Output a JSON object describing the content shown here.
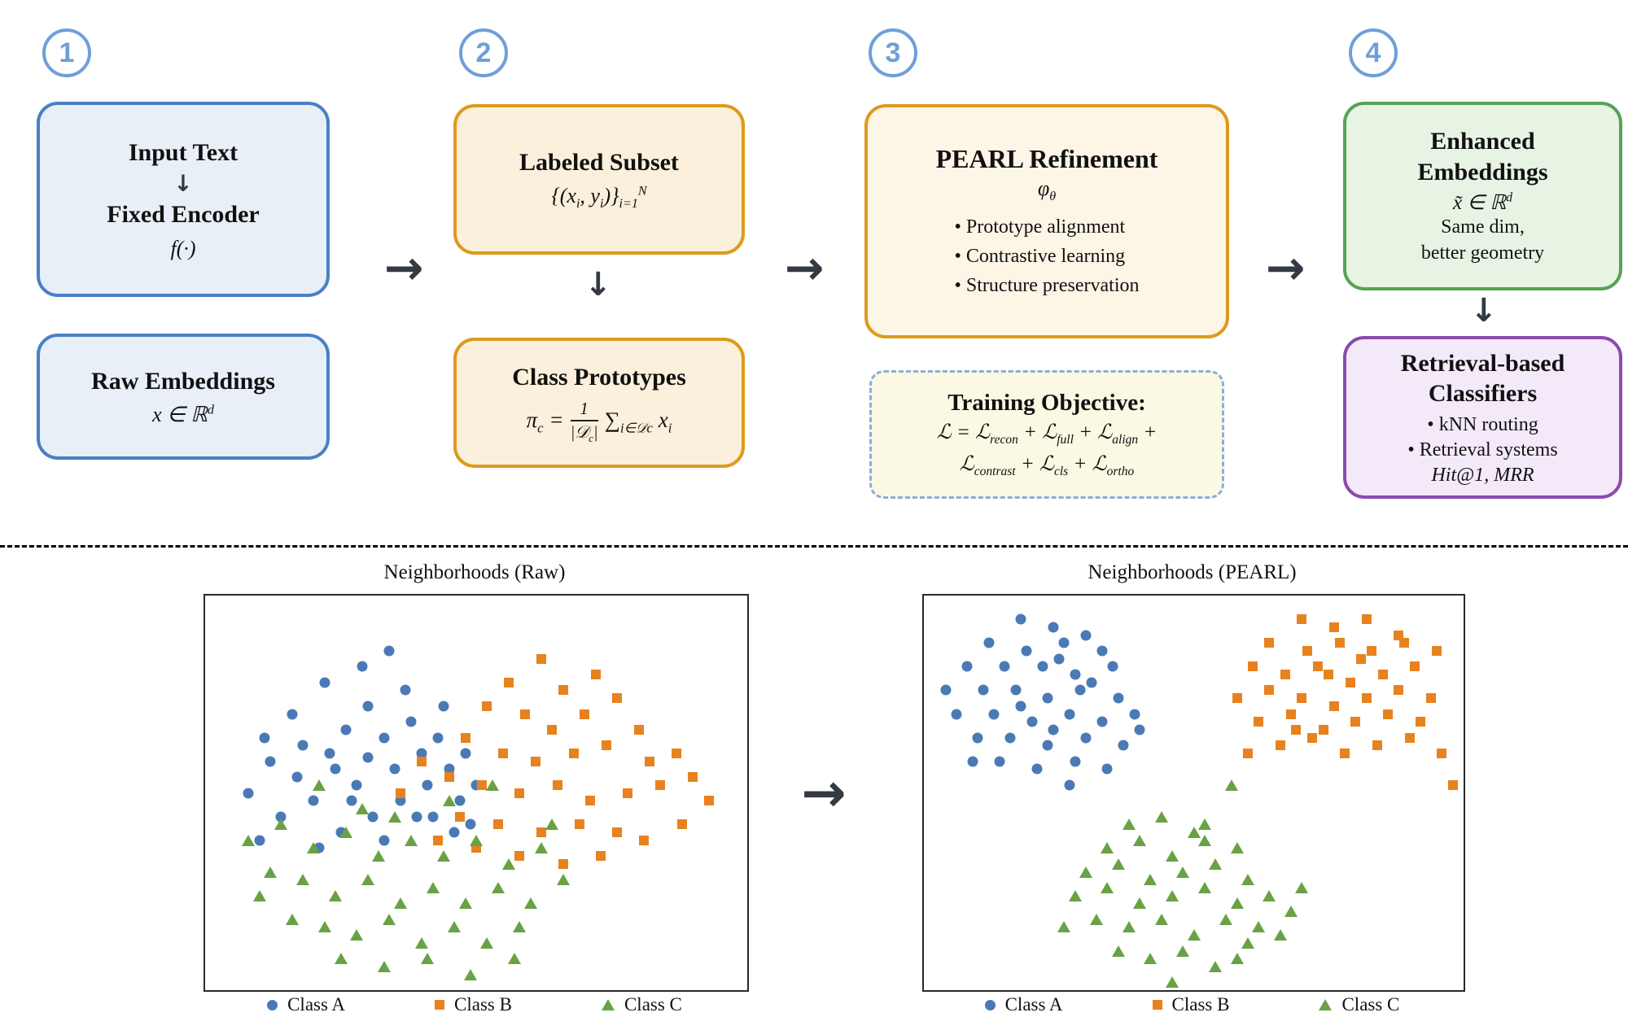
{
  "steps": [
    {
      "num": "1"
    },
    {
      "num": "2"
    },
    {
      "num": "3"
    },
    {
      "num": "4"
    }
  ],
  "flow": {
    "harrow": "→",
    "darrow": "↓",
    "box_input": {
      "title1": "Input Text",
      "arrow": "↓",
      "title2": "Fixed Encoder",
      "math": "f(·)"
    },
    "box_raw": {
      "title": "Raw Embeddings",
      "math_segs": [
        {
          "t": "x ∈ ℝ",
          "p": "d"
        }
      ]
    },
    "box_labeled": {
      "title": "Labeled Subset",
      "math_segs": [
        {
          "t": "{(x",
          "s": "i"
        },
        {
          "t": ", y",
          "s": "i"
        },
        {
          "t": ")}",
          "s": "i=1",
          "p": "N"
        }
      ]
    },
    "box_protos": {
      "title": "Class Prototypes",
      "formula_left": [
        {
          "t": "π",
          "s": "c"
        },
        {
          "t": " = "
        }
      ],
      "frac_num": "1",
      "frac_den_segs": [
        {
          "t": "|𝒟",
          "s": "c"
        },
        {
          "t": "|"
        }
      ],
      "formula_right": [
        {
          "t": "∑",
          "s": "i∈𝒟c"
        },
        {
          "t": " x",
          "s": "i"
        }
      ]
    },
    "box_pearl": {
      "title": "PEARL Refinement",
      "phi_segs": [
        {
          "t": "φ",
          "s": "θ"
        }
      ],
      "bullets": [
        "• Prototype alignment",
        "• Contrastive learning",
        "• Structure preservation"
      ]
    },
    "box_objective": {
      "title": "Training Objective:",
      "loss_line1": [
        {
          "t": "ℒ = ℒ",
          "s": "recon"
        },
        {
          "t": " + ℒ",
          "s": "full"
        },
        {
          "t": " + ℒ",
          "s": "align"
        },
        {
          "t": " +"
        }
      ],
      "loss_line2": [
        {
          "t": "ℒ",
          "s": "contrast"
        },
        {
          "t": " + ℒ",
          "s": "cls"
        },
        {
          "t": " + ℒ",
          "s": "ortho"
        }
      ]
    },
    "box_enhanced": {
      "title1": "Enhanced",
      "title2": "Embeddings",
      "math_segs": [
        {
          "t": "x̃ ∈ ℝ",
          "p": "d"
        }
      ],
      "sub1": "Same dim,",
      "sub2": "better geometry"
    },
    "box_retrieval": {
      "title1": "Retrieval-based",
      "title2": "Classifiers",
      "bullets": [
        "• kNN routing",
        "• Retrieval systems"
      ],
      "metrics": "Hit@1, MRR"
    }
  },
  "colors": {
    "badge_blue": "#6f9fd8",
    "box_blue_border": "#4a80c4",
    "box_orange_border": "#dd9a1c",
    "box_green_border": "#57a257",
    "box_purple_border": "#8b4bae",
    "arrow": "#333a44",
    "class_a": "#4a7ab5",
    "class_b": "#e8821e",
    "class_c": "#69a244"
  },
  "chart_data": [
    {
      "type": "scatter",
      "title": "Neighborhoods (Raw)",
      "xlabel": "",
      "ylabel": "",
      "grid": false,
      "legend_position": "bottom",
      "coords": "percent of plot box, origin top-left",
      "xlim": [
        0,
        100
      ],
      "ylim": [
        0,
        100
      ],
      "series": [
        {
          "name": "Class A",
          "marker": "circle",
          "color": "#4a7ab5",
          "points": [
            [
              16,
              30
            ],
            [
              22,
              22
            ],
            [
              26,
              34
            ],
            [
              12,
              42
            ],
            [
              18,
              38
            ],
            [
              24,
              44
            ],
            [
              30,
              28
            ],
            [
              33,
              36
            ],
            [
              28,
              48
            ],
            [
              20,
              52
            ],
            [
              14,
              56
            ],
            [
              35,
              44
            ],
            [
              38,
              32
            ],
            [
              40,
              40
            ],
            [
              43,
              36
            ],
            [
              36,
              52
            ],
            [
              31,
              56
            ],
            [
              25,
              60
            ],
            [
              41,
              48
            ],
            [
              45,
              44
            ],
            [
              47,
              52
            ],
            [
              10,
              62
            ],
            [
              8,
              50
            ],
            [
              44,
              28
            ],
            [
              37,
              24
            ],
            [
              29,
              18
            ],
            [
              34,
              14
            ],
            [
              42,
              56
            ],
            [
              48,
              40
            ],
            [
              50,
              48
            ],
            [
              23,
              40
            ],
            [
              17,
              46
            ],
            [
              27,
              52
            ],
            [
              39,
              56
            ],
            [
              46,
              60
            ],
            [
              11,
              36
            ],
            [
              21,
              64
            ],
            [
              33,
              62
            ],
            [
              49,
              58
            ],
            [
              30,
              41
            ]
          ]
        },
        {
          "name": "Class B",
          "marker": "square",
          "color": "#e8821e",
          "points": [
            [
              62,
              16
            ],
            [
              56,
              22
            ],
            [
              66,
              24
            ],
            [
              72,
              20
            ],
            [
              52,
              28
            ],
            [
              59,
              30
            ],
            [
              64,
              34
            ],
            [
              70,
              30
            ],
            [
              76,
              26
            ],
            [
              80,
              34
            ],
            [
              48,
              36
            ],
            [
              55,
              40
            ],
            [
              61,
              42
            ],
            [
              68,
              40
            ],
            [
              74,
              38
            ],
            [
              82,
              42
            ],
            [
              87,
              40
            ],
            [
              45,
              46
            ],
            [
              51,
              48
            ],
            [
              58,
              50
            ],
            [
              65,
              48
            ],
            [
              71,
              52
            ],
            [
              78,
              50
            ],
            [
              84,
              48
            ],
            [
              90,
              46
            ],
            [
              47,
              56
            ],
            [
              54,
              58
            ],
            [
              62,
              60
            ],
            [
              69,
              58
            ],
            [
              76,
              60
            ],
            [
              43,
              62
            ],
            [
              58,
              66
            ],
            [
              66,
              68
            ],
            [
              73,
              66
            ],
            [
              88,
              58
            ],
            [
              93,
              52
            ],
            [
              40,
              42
            ],
            [
              36,
              50
            ],
            [
              50,
              64
            ],
            [
              81,
              62
            ]
          ]
        },
        {
          "name": "Class C",
          "marker": "triangle",
          "color": "#69a244",
          "points": [
            [
              8,
              62
            ],
            [
              14,
              58
            ],
            [
              20,
              64
            ],
            [
              26,
              60
            ],
            [
              32,
              66
            ],
            [
              38,
              62
            ],
            [
              44,
              66
            ],
            [
              50,
              62
            ],
            [
              56,
              68
            ],
            [
              62,
              64
            ],
            [
              12,
              70
            ],
            [
              18,
              72
            ],
            [
              24,
              76
            ],
            [
              30,
              72
            ],
            [
              36,
              78
            ],
            [
              42,
              74
            ],
            [
              48,
              78
            ],
            [
              54,
              74
            ],
            [
              60,
              78
            ],
            [
              66,
              72
            ],
            [
              16,
              82
            ],
            [
              22,
              84
            ],
            [
              28,
              86
            ],
            [
              34,
              82
            ],
            [
              40,
              88
            ],
            [
              46,
              84
            ],
            [
              52,
              88
            ],
            [
              58,
              84
            ],
            [
              25,
              92
            ],
            [
              33,
              94
            ],
            [
              41,
              92
            ],
            [
              49,
              96
            ],
            [
              57,
              92
            ],
            [
              10,
              76
            ],
            [
              64,
              58
            ],
            [
              35,
              56
            ],
            [
              45,
              52
            ],
            [
              29,
              54
            ],
            [
              21,
              48
            ],
            [
              53,
              48
            ]
          ]
        }
      ]
    },
    {
      "type": "scatter",
      "title": "Neighborhoods (PEARL)",
      "xlabel": "",
      "ylabel": "",
      "grid": false,
      "legend_position": "bottom",
      "coords": "percent of plot box, origin top-left",
      "xlim": [
        0,
        100
      ],
      "ylim": [
        0,
        100
      ],
      "series": [
        {
          "name": "Class A",
          "marker": "circle",
          "color": "#4a7ab5",
          "points": [
            [
              18,
              6
            ],
            [
              24,
              8
            ],
            [
              30,
              10
            ],
            [
              12,
              12
            ],
            [
              19,
              14
            ],
            [
              26,
              12
            ],
            [
              33,
              14
            ],
            [
              8,
              18
            ],
            [
              15,
              18
            ],
            [
              22,
              18
            ],
            [
              28,
              20
            ],
            [
              35,
              18
            ],
            [
              11,
              24
            ],
            [
              17,
              24
            ],
            [
              23,
              26
            ],
            [
              29,
              24
            ],
            [
              36,
              26
            ],
            [
              6,
              30
            ],
            [
              13,
              30
            ],
            [
              20,
              32
            ],
            [
              27,
              30
            ],
            [
              33,
              32
            ],
            [
              39,
              30
            ],
            [
              10,
              36
            ],
            [
              16,
              36
            ],
            [
              23,
              38
            ],
            [
              30,
              36
            ],
            [
              37,
              38
            ],
            [
              14,
              42
            ],
            [
              21,
              44
            ],
            [
              28,
              42
            ],
            [
              34,
              44
            ],
            [
              25,
              16
            ],
            [
              31,
              22
            ],
            [
              18,
              28
            ],
            [
              24,
              34
            ],
            [
              40,
              34
            ],
            [
              9,
              42
            ],
            [
              27,
              48
            ],
            [
              4,
              24
            ]
          ]
        },
        {
          "name": "Class B",
          "marker": "square",
          "color": "#e8821e",
          "points": [
            [
              70,
              6
            ],
            [
              76,
              8
            ],
            [
              82,
              6
            ],
            [
              88,
              10
            ],
            [
              64,
              12
            ],
            [
              71,
              14
            ],
            [
              77,
              12
            ],
            [
              83,
              14
            ],
            [
              89,
              12
            ],
            [
              95,
              14
            ],
            [
              61,
              18
            ],
            [
              67,
              20
            ],
            [
              73,
              18
            ],
            [
              79,
              22
            ],
            [
              85,
              20
            ],
            [
              91,
              18
            ],
            [
              58,
              26
            ],
            [
              64,
              24
            ],
            [
              70,
              26
            ],
            [
              76,
              28
            ],
            [
              82,
              26
            ],
            [
              88,
              24
            ],
            [
              94,
              26
            ],
            [
              62,
              32
            ],
            [
              68,
              30
            ],
            [
              74,
              34
            ],
            [
              80,
              32
            ],
            [
              86,
              30
            ],
            [
              92,
              32
            ],
            [
              66,
              38
            ],
            [
              72,
              36
            ],
            [
              78,
              40
            ],
            [
              84,
              38
            ],
            [
              90,
              36
            ],
            [
              96,
              40
            ],
            [
              60,
              40
            ],
            [
              75,
              20
            ],
            [
              81,
              16
            ],
            [
              69,
              34
            ],
            [
              98,
              48
            ]
          ]
        },
        {
          "name": "Class C",
          "marker": "triangle",
          "color": "#69a244",
          "points": [
            [
              38,
              58
            ],
            [
              44,
              56
            ],
            [
              50,
              60
            ],
            [
              34,
              64
            ],
            [
              40,
              62
            ],
            [
              46,
              66
            ],
            [
              52,
              62
            ],
            [
              58,
              64
            ],
            [
              30,
              70
            ],
            [
              36,
              68
            ],
            [
              42,
              72
            ],
            [
              48,
              70
            ],
            [
              54,
              68
            ],
            [
              60,
              72
            ],
            [
              28,
              76
            ],
            [
              34,
              74
            ],
            [
              40,
              78
            ],
            [
              46,
              76
            ],
            [
              52,
              74
            ],
            [
              58,
              78
            ],
            [
              64,
              76
            ],
            [
              32,
              82
            ],
            [
              38,
              84
            ],
            [
              44,
              82
            ],
            [
              50,
              86
            ],
            [
              56,
              82
            ],
            [
              62,
              84
            ],
            [
              68,
              80
            ],
            [
              36,
              90
            ],
            [
              42,
              92
            ],
            [
              48,
              90
            ],
            [
              54,
              94
            ],
            [
              60,
              88
            ],
            [
              66,
              86
            ],
            [
              46,
              98
            ],
            [
              52,
              58
            ],
            [
              70,
              74
            ],
            [
              26,
              84
            ],
            [
              58,
              92
            ],
            [
              57,
              48
            ]
          ]
        }
      ]
    }
  ]
}
